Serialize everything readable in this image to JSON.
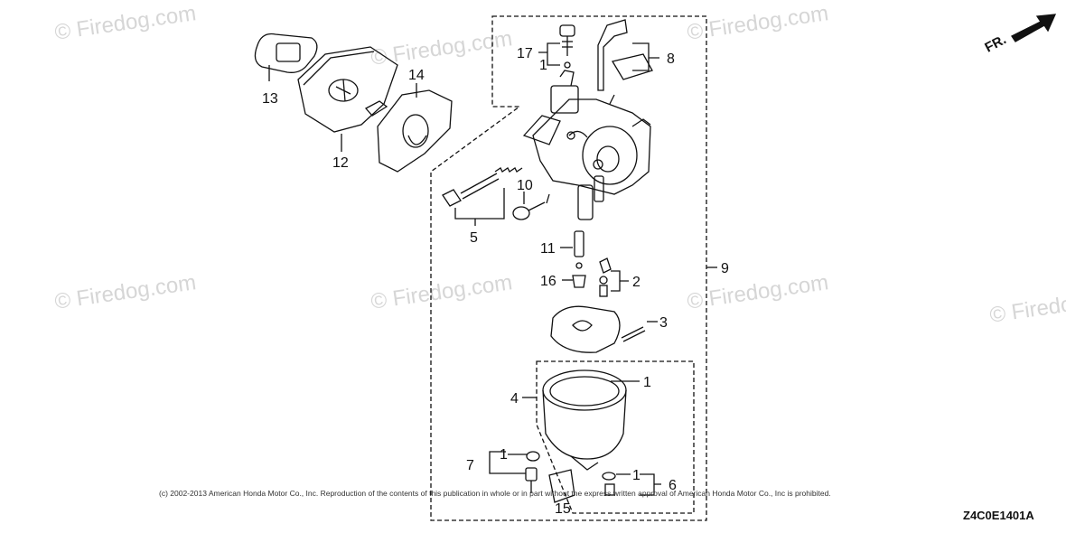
{
  "watermarks": [
    "© Firedog.com",
    "© Firedog.com",
    "© Firedog.com",
    "© Firedog.com",
    "© Firedog.com",
    "© Firedog.com",
    "© Firedog.com"
  ],
  "orientation_label": "FR.",
  "callouts": {
    "c1a": "1",
    "c1b": "1",
    "c1c": "1",
    "c1d": "1",
    "c2": "2",
    "c3": "3",
    "c4": "4",
    "c5": "5",
    "c6": "6",
    "c7": "7",
    "c8": "8",
    "c9": "9",
    "c10": "10",
    "c11": "11",
    "c12": "12",
    "c13": "13",
    "c14": "14",
    "c15": "15",
    "c16": "16",
    "c17": "17"
  },
  "copyright": "(c) 2002-2013 American Honda Motor Co., Inc. Reproduction of the contents of this publication in whole or in part without the express written approval of American Honda Motor Co., Inc is prohibited.",
  "diagram_code": "Z4C0E1401A"
}
